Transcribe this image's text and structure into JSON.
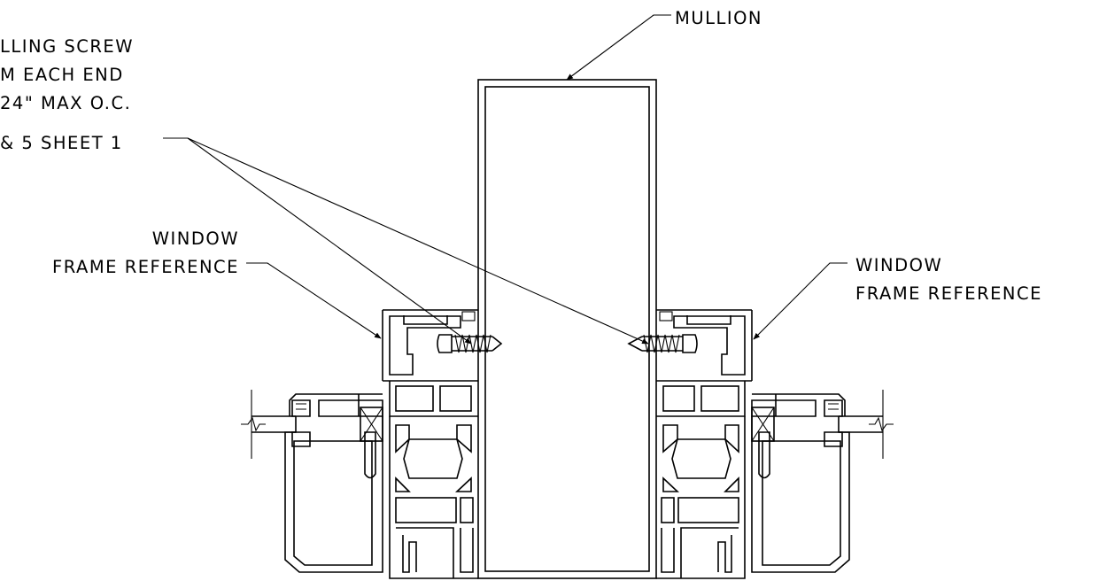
{
  "labels": {
    "mullion": "MULLION",
    "screw_note": {
      "line1": "LLING SCREW",
      "line2": "M EACH END",
      "line3": "24\" MAX O.C.",
      "line4": "& 5 SHEET 1"
    },
    "left_frame": {
      "line1": "WINDOW",
      "line2": "FRAME REFERENCE"
    },
    "right_frame": {
      "line1": "WINDOW",
      "line2": "FRAME REFERENCE"
    }
  }
}
